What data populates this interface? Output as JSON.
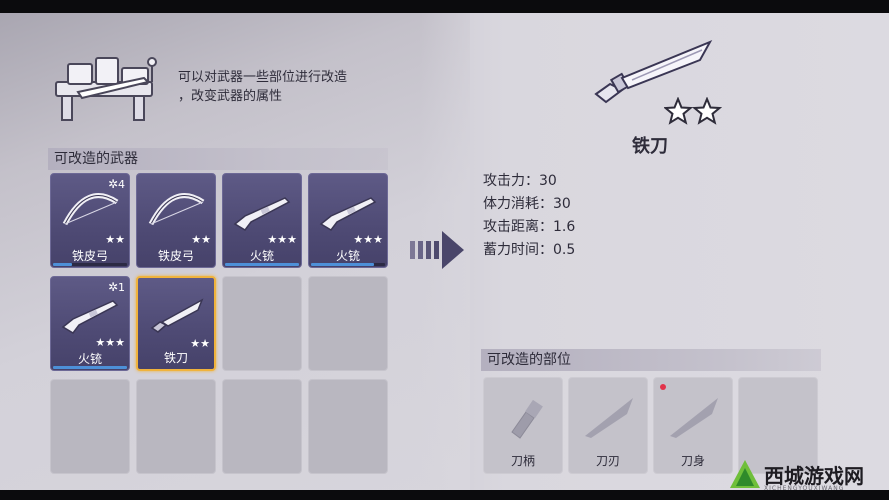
{
  "workbench": {
    "description": "可以对武器一些部位进行改造\n，改变武器的属性"
  },
  "weapon_section": {
    "title": "可改造的武器",
    "slots": [
      {
        "name": "铁皮弓",
        "icon": "bow-icon",
        "stars": "★★",
        "count": "4",
        "progress": 0.25,
        "selected": false
      },
      {
        "name": "铁皮弓",
        "icon": "bow-icon",
        "stars": "★★",
        "count": "",
        "progress": 0,
        "selected": false
      },
      {
        "name": "火铳",
        "icon": "musket-icon",
        "stars": "★★★",
        "count": "",
        "progress": 1.0,
        "selected": false
      },
      {
        "name": "火铳",
        "icon": "musket-icon",
        "stars": "★★★",
        "count": "",
        "progress": 0.85,
        "selected": false
      },
      {
        "name": "火铳",
        "icon": "musket-icon",
        "stars": "★★★",
        "count": "1",
        "progress": 1.0,
        "selected": false
      },
      {
        "name": "铁刀",
        "icon": "knife-icon",
        "stars": "★★",
        "count": "",
        "progress": 0,
        "selected": true
      }
    ],
    "empty_slots": 6
  },
  "selected_weapon": {
    "name": "铁刀",
    "stars": 2,
    "stats": [
      {
        "label": "攻击力：",
        "value": "30"
      },
      {
        "label": "体力消耗：",
        "value": "30"
      },
      {
        "label": "攻击距离：",
        "value": "1.6"
      },
      {
        "label": "蓄力时间：",
        "value": "0.5"
      }
    ]
  },
  "parts_section": {
    "title": "可改造的部位",
    "parts": [
      {
        "name": "刀柄",
        "icon": "knife-handle-icon",
        "alert": false
      },
      {
        "name": "刀刃",
        "icon": "blade-edge-icon",
        "alert": false
      },
      {
        "name": "刀身",
        "icon": "blade-body-icon",
        "alert": true
      },
      {
        "name": "",
        "icon": "",
        "alert": false
      }
    ]
  },
  "watermark": {
    "text": "西城游戏网",
    "sub": "XICHENGYOUXIWANG"
  },
  "colors": {
    "slot_filled": "#56527d",
    "selected_border": "#f0b33c",
    "progress": "#4d90d8",
    "alert_dot": "#e2334a"
  }
}
